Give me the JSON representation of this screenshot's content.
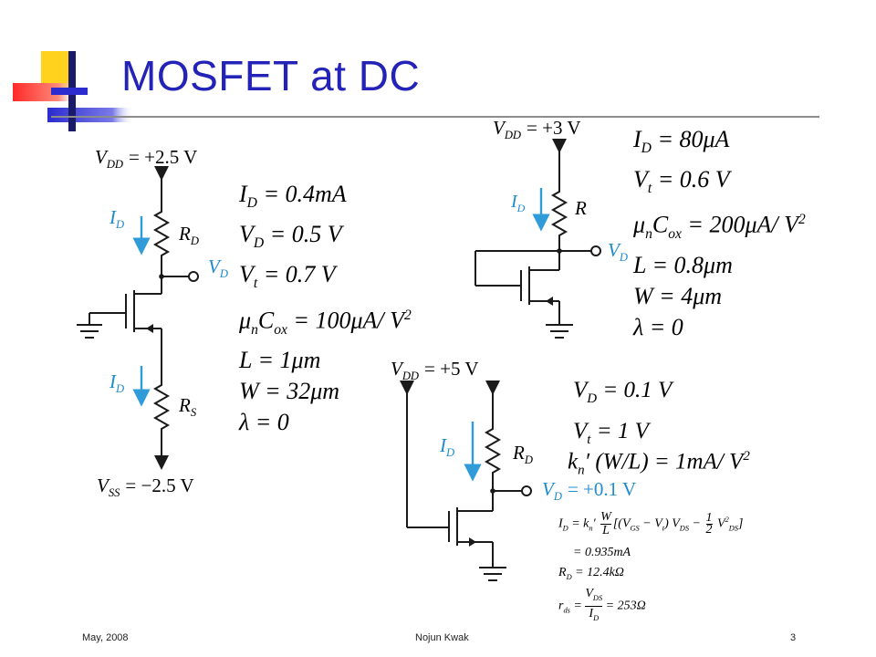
{
  "slide": {
    "title": "MOSFET at DC",
    "colors": {
      "title": "#2323b8",
      "wire": "#1a1a1a",
      "current_arrow": "#2f9bd8",
      "current_label": "#1e8bd0",
      "logo_yellow": "#ffd21e",
      "logo_red": "#ff3b30",
      "logo_blue": "#2b2bd0"
    }
  },
  "circuit1": {
    "vdd": {
      "sym": "V",
      "sub": "DD",
      "val": "= +2.5 V"
    },
    "vss": {
      "sym": "V",
      "sub": "SS",
      "val": "= −2.5 V"
    },
    "id_top": {
      "sym": "I",
      "sub": "D"
    },
    "id_bot": {
      "sym": "I",
      "sub": "D"
    },
    "rd": {
      "sym": "R",
      "sub": "D"
    },
    "rs": {
      "sym": "R",
      "sub": "S"
    },
    "vd": {
      "sym": "V",
      "sub": "D"
    },
    "eq": [
      {
        "l": "I",
        "s": "D",
        "r": " = 0.4mA"
      },
      {
        "l": "V",
        "s": "D",
        "r": " = 0.5 V"
      },
      {
        "l": "V",
        "s": "t",
        "r": " = 0.7 V"
      },
      {
        "l": "μ",
        "s": "n",
        "l2": "C",
        "s2": "ox",
        "r": " = 100μA/ V",
        "p": "2"
      },
      {
        "l": "L",
        "r": " = 1μm"
      },
      {
        "l": "W",
        "r": " = 32μm"
      },
      {
        "l": "λ",
        "r": " = 0"
      }
    ]
  },
  "circuit2": {
    "vdd": {
      "sym": "V",
      "sub": "DD",
      "val": "= +3 V"
    },
    "id": {
      "sym": "I",
      "sub": "D"
    },
    "r": "R",
    "vd": {
      "sym": "V",
      "sub": "D"
    },
    "eq": [
      {
        "l": "I",
        "s": "D",
        "r": " = 80μA"
      },
      {
        "l": "V",
        "s": "t",
        "r": " = 0.6 V"
      },
      {
        "l": "μ",
        "s": "n",
        "l2": "C",
        "s2": "ox",
        "r": " = 200μA/ V",
        "p": "2"
      },
      {
        "l": "L",
        "r": " = 0.8μm"
      },
      {
        "l": "W",
        "r": " = 4μm"
      },
      {
        "l": "λ",
        "r": " = 0"
      }
    ]
  },
  "circuit3": {
    "vdd": {
      "sym": "V",
      "sub": "DD",
      "val": "= +5 V"
    },
    "id": {
      "sym": "I",
      "sub": "D"
    },
    "rd": {
      "sym": "R",
      "sub": "D"
    },
    "vd": {
      "sym": "V",
      "sub": "D",
      "val": "= +0.1 V"
    },
    "eq": [
      {
        "l": "V",
        "s": "D",
        "r": " = 0.1 V"
      },
      {
        "l": "V",
        "s": "t",
        "r": " = 1 V"
      },
      {
        "l": "k",
        "s": "n",
        "r": "′ (W/L) = 1mA/ V",
        "p": "2"
      }
    ],
    "calc": {
      "id_lhs": "I",
      "id_lhs_sub": "D",
      "id_mid": " = k",
      "id_mid_sub": "n",
      "id_prime": "′",
      "w": "W",
      "l": "L",
      "bracket": "[(V",
      "vgs_sub": "GS",
      "minus_vt": " − V",
      "vt_sub": "t",
      "vds1": ") V",
      "vds1_sub": "DS",
      "minus": " − ",
      "half_n": "1",
      "half_d": "2",
      "vds2": " V",
      "vds2_sup": "2",
      "vds2_sub": "DS",
      "close": "]",
      "result": "= 0.935mA",
      "rd_l": "R",
      "rd_sub": "D",
      "rd_r": " = 12.4kΩ",
      "rds_l": "r",
      "rds_sub": "ds",
      "rds_eq": " = ",
      "rds_num": "V",
      "rds_num_sub": "DS",
      "rds_den": "I",
      "rds_den_sub": "D",
      "rds_res": " = 253Ω"
    }
  },
  "footer": {
    "date": "May, 2008",
    "author": "Nojun Kwak",
    "page": "3"
  }
}
